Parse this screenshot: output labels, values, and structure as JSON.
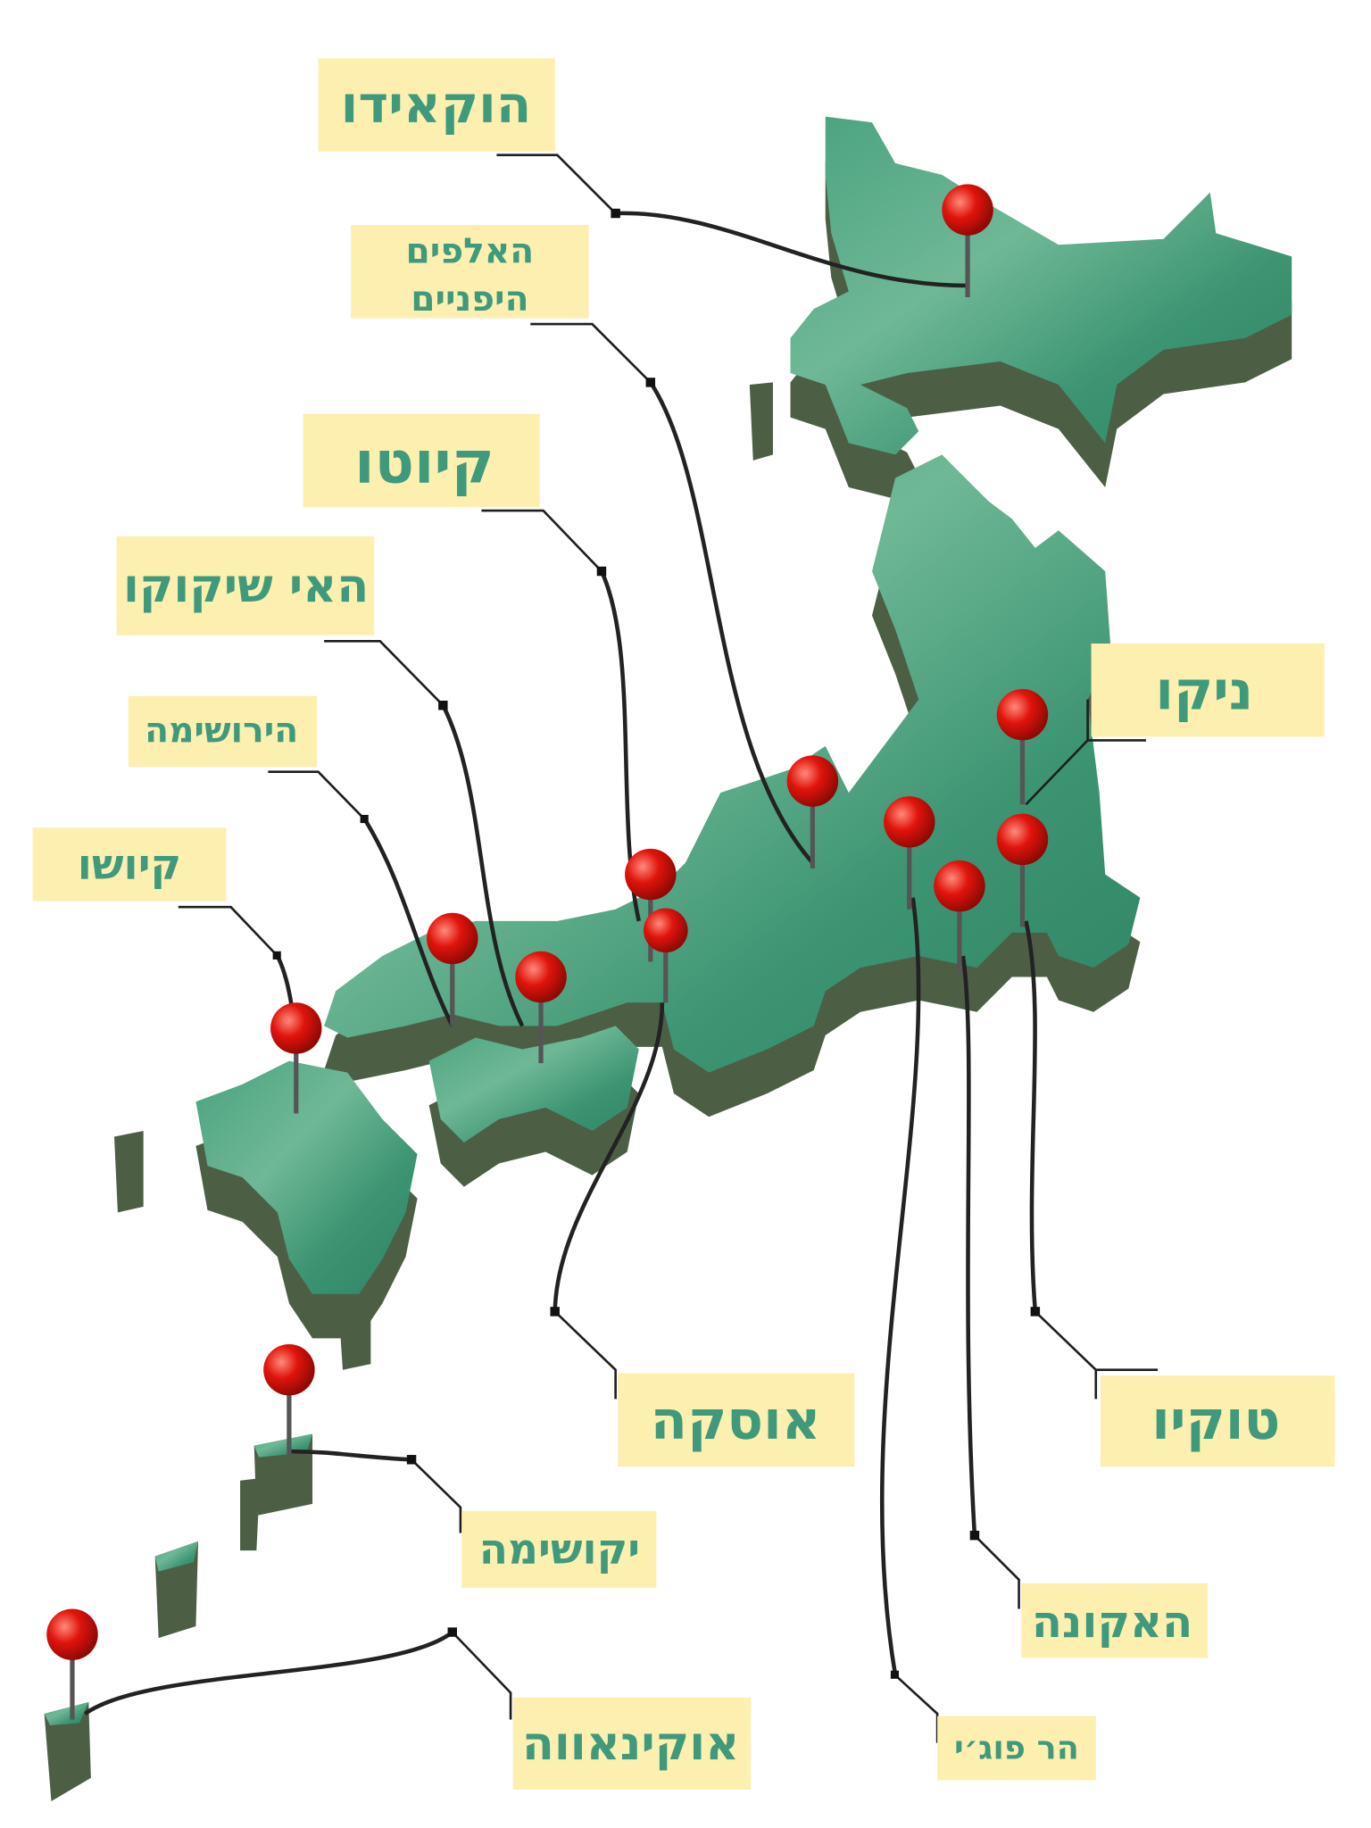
{
  "labels": {
    "hokkaido": "הוקאידו",
    "alps_line1": "האלפים",
    "alps_line2": "היפניים",
    "kyoto": "קיוטו",
    "shikoku": "האי שיקוקו",
    "hiroshima": "הירושימה",
    "kyushu": "קיושו",
    "nikko": "ניקו",
    "osaka": "אוסקה",
    "tokyo": "טוקיו",
    "yakushima": "יקושימה",
    "hakone": "האקונה",
    "okinawa": "אוקינאווה",
    "fuji": "הר פוג׳י"
  },
  "colors": {
    "label_background": "#fcefb0",
    "label_text": "#3f9a7c",
    "land_top": "#3f9a78",
    "land_side": "#4c5f45",
    "pin": "#e0140c"
  },
  "icons": {
    "pin": "map-pin-icon"
  }
}
